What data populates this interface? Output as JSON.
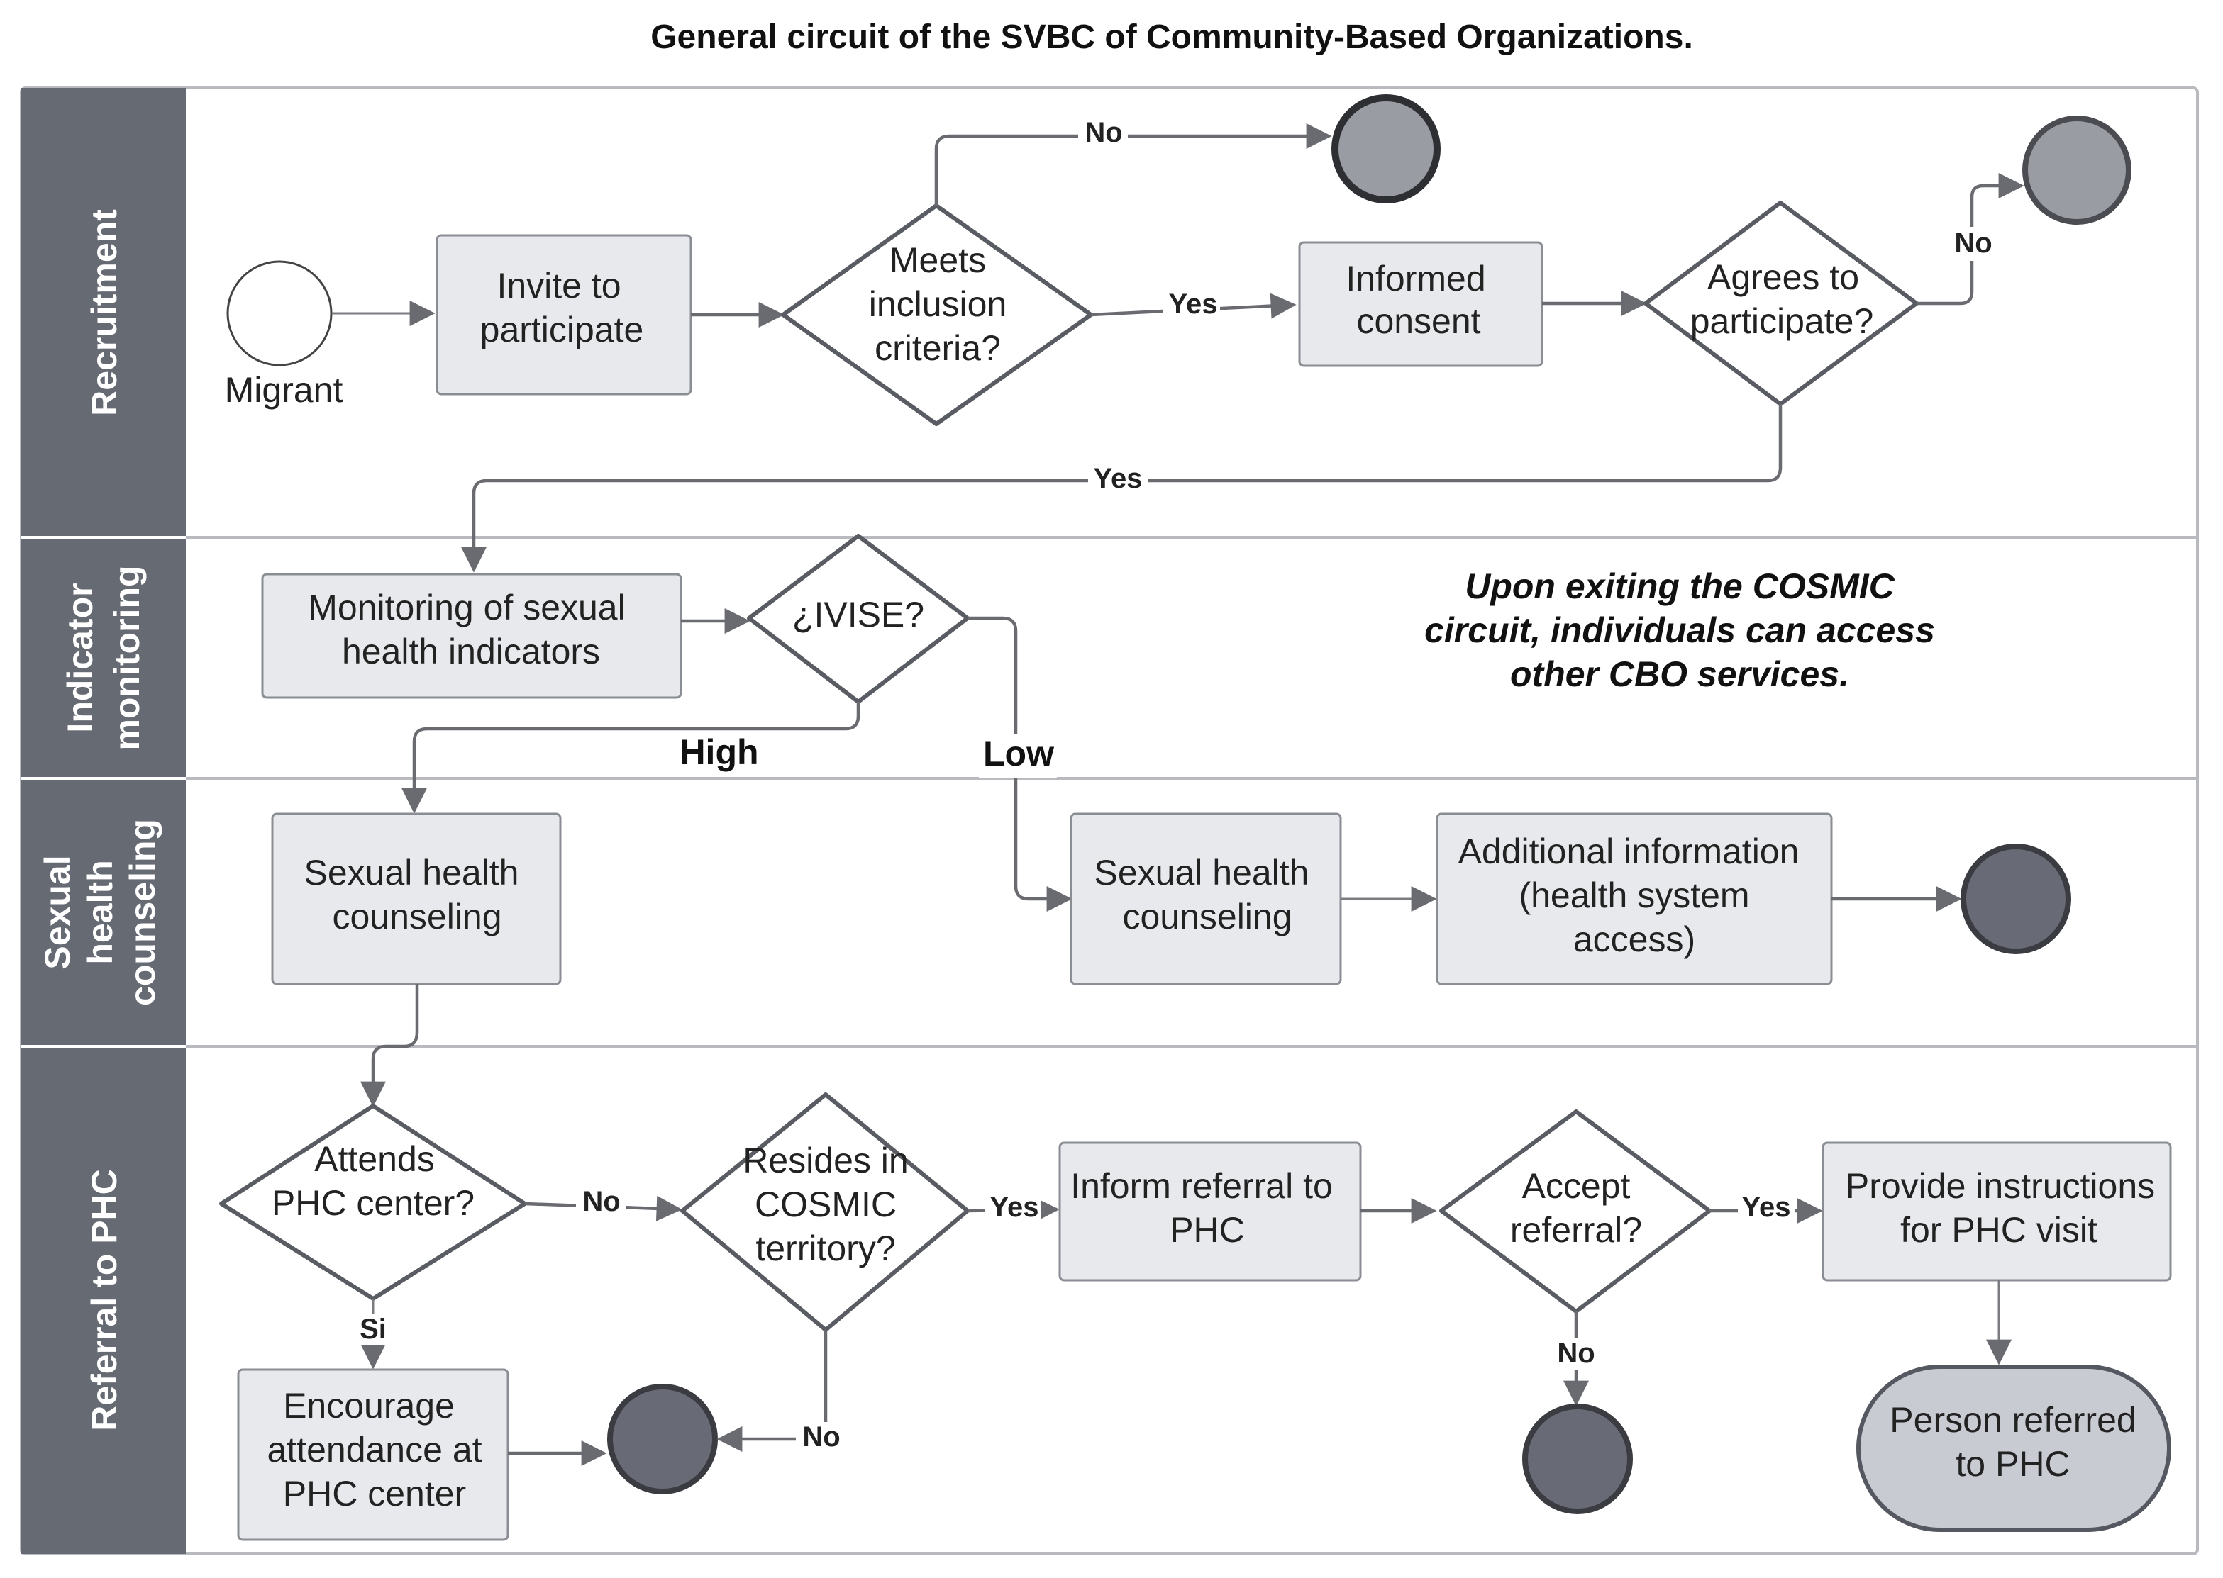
{
  "title": "General circuit of the SVBC of Community-Based Organizations.",
  "lanes": {
    "recruitment": "Recruitment",
    "indicator_monitoring": [
      "Indicator",
      "monitoring"
    ],
    "sexual_health_counseling": [
      "Sexual",
      "health",
      "counseling"
    ],
    "referral": "Referral to PHC"
  },
  "nodes": {
    "start_label": "Migrant",
    "invite": [
      "Invite to",
      "participate"
    ],
    "meets_criteria": [
      "Meets",
      "inclusion",
      "criteria?"
    ],
    "informed_consent": [
      "Informed",
      "consent"
    ],
    "agrees": [
      "Agrees to",
      "participate?"
    ],
    "monitoring": [
      "Monitoring of sexual",
      "health indicators"
    ],
    "ivise": "¿IVISE?",
    "counseling_high": [
      "Sexual health",
      "counseling"
    ],
    "counseling_low": [
      "Sexual health",
      "counseling"
    ],
    "additional_info": [
      "Additional information",
      "(health system",
      "access)"
    ],
    "attends_phc": [
      "Attends",
      "PHC center?"
    ],
    "resides": [
      "Resides in",
      "COSMIC",
      "territory?"
    ],
    "inform_referral": [
      "Inform referral to",
      "PHC"
    ],
    "accept_referral": [
      "Accept",
      "referral?"
    ],
    "instructions": [
      "Provide instructions",
      "for PHC visit"
    ],
    "encourage": [
      "Encourage",
      "attendance at",
      "PHC center"
    ],
    "person_referred": [
      "Person referred",
      "to PHC"
    ]
  },
  "edge_labels": {
    "no": "No",
    "yes": "Yes",
    "si": "Si",
    "high": "High",
    "low": "Low"
  },
  "note": [
    "Upon exiting the COSMIC",
    "circuit, individuals can access",
    "other CBO services."
  ],
  "colors": {
    "lane_header": "#666a73",
    "box_fill": "#e8e9ec",
    "end_light": "#9a9ca4",
    "end_dark": "#686b75",
    "arrow": "#696b71"
  }
}
